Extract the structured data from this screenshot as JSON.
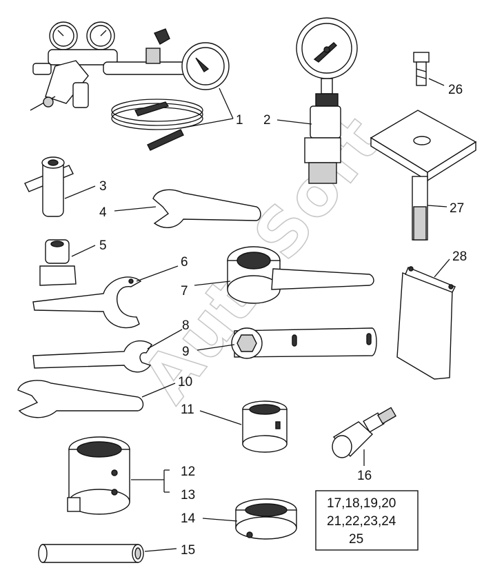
{
  "labels": {
    "l1": "1",
    "l2": "2",
    "l3": "3",
    "l4": "4",
    "l5": "5",
    "l6": "6",
    "l7": "7",
    "l8": "8",
    "l9": "9",
    "l10": "10",
    "l11": "11",
    "l12": "12",
    "l13": "13",
    "l14": "14",
    "l15": "15",
    "l16": "16",
    "l26": "26",
    "l27": "27",
    "l28": "28"
  },
  "variants_box": {
    "line1": "17,18,19,20",
    "line2": "21,22,23,24",
    "line3": "25"
  },
  "watermark": "AutoSoft"
}
